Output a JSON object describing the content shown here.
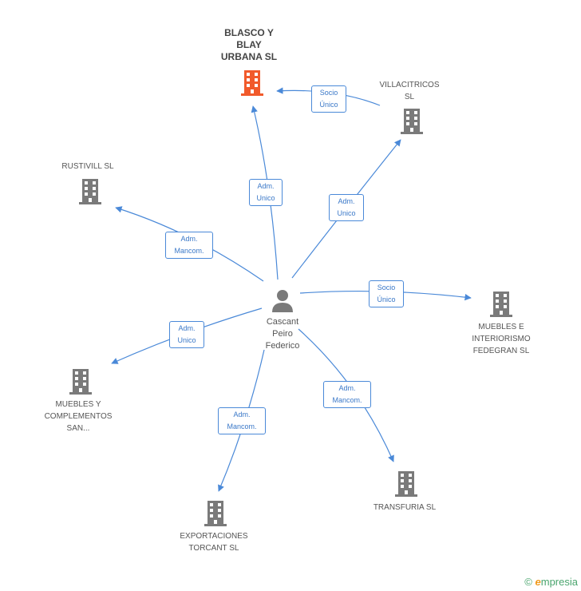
{
  "colors": {
    "edge": "#4a89d8",
    "building": "#7a7a7a",
    "highlight": "#f15a2b",
    "person": "#7a7a7a"
  },
  "center": {
    "name_lines": [
      "Cascant",
      "Peiro",
      "Federico"
    ],
    "icon": "person-icon"
  },
  "companies": [
    {
      "id": "blasco",
      "lines": [
        "BLASCO Y",
        "BLAY",
        "URBANA SL"
      ],
      "highlight": true
    },
    {
      "id": "villacitricos",
      "lines": [
        "VILLACITRICOS",
        "SL"
      ]
    },
    {
      "id": "rustivill",
      "lines": [
        "RUSTIVILL SL"
      ]
    },
    {
      "id": "muebles-interiorismo",
      "lines": [
        "MUEBLES E",
        "INTERIORISMO",
        "FEDEGRAN SL"
      ]
    },
    {
      "id": "muebles-complementos",
      "lines": [
        "MUEBLES Y",
        "COMPLEMENTOS",
        "SAN..."
      ]
    },
    {
      "id": "transfuria",
      "lines": [
        "TRANSFURIA  SL"
      ]
    },
    {
      "id": "exportaciones",
      "lines": [
        "EXPORTACIONES",
        "TORCANT SL"
      ]
    }
  ],
  "edges": [
    {
      "id": "e-blasco",
      "lines": [
        "Adm.",
        "Unico"
      ]
    },
    {
      "id": "e-villa-blasco",
      "lines": [
        "Socio",
        "Único"
      ]
    },
    {
      "id": "e-villa",
      "lines": [
        "Adm.",
        "Unico"
      ]
    },
    {
      "id": "e-rustivill",
      "lines": [
        "Adm.",
        "Mancom."
      ]
    },
    {
      "id": "e-muebles-int",
      "lines": [
        "Socio",
        "Único"
      ]
    },
    {
      "id": "e-muebles-comp",
      "lines": [
        "Adm.",
        "Unico"
      ]
    },
    {
      "id": "e-transfuria",
      "lines": [
        "Adm.",
        "Mancom."
      ]
    },
    {
      "id": "e-export",
      "lines": [
        "Adm.",
        "Mancom."
      ]
    }
  ],
  "brand": {
    "symbol": "©",
    "initial": "e",
    "rest": "mpresia"
  }
}
